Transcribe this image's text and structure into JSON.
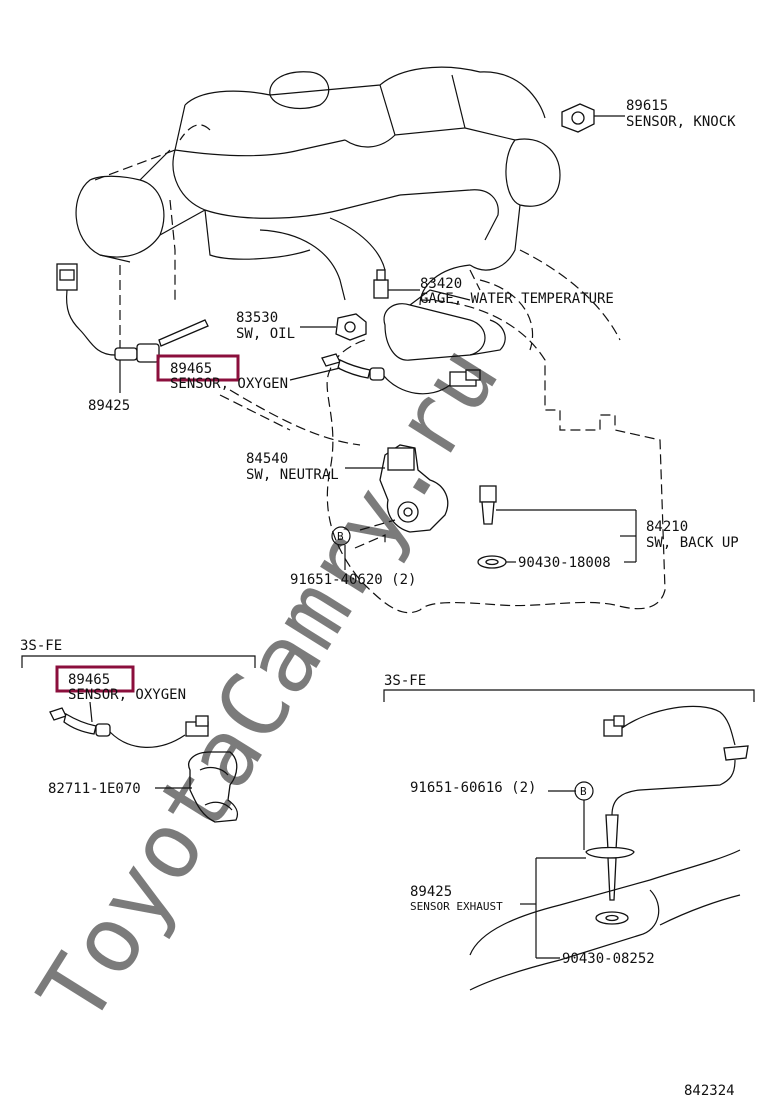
{
  "watermark": "ToyotaCamry.ru",
  "diagram_number": "842324",
  "highlight_color": "#8b0f3c",
  "parts": {
    "p89615": {
      "number": "89615",
      "name": "SENSOR, KNOCK"
    },
    "p83420": {
      "number": "83420",
      "name": "GAGE, WATER TEMPERATURE"
    },
    "p83530": {
      "number": "83530",
      "name": "SW, OIL"
    },
    "p89465_main": {
      "number": "89465",
      "name": "SENSOR, OXYGEN"
    },
    "p89425_main": {
      "number": "89425"
    },
    "p84540": {
      "number": "84540",
      "name": "SW, NEUTRAL"
    },
    "p84210": {
      "number": "84210",
      "name": "SW, BACK UP"
    },
    "p90430_18008": {
      "number": "90430-18008"
    },
    "p91651_40620": {
      "number": "91651-40620 (2)"
    },
    "p89465_3sfe": {
      "number": "89465",
      "name": "SENSOR, OXYGEN"
    },
    "p82711": {
      "number": "82711-1E070"
    },
    "p91651_60616": {
      "number": "91651-60616 (2)"
    },
    "p89425_3sfe": {
      "number": "89425",
      "name": "SENSOR EXHAUST"
    },
    "p90430_08252": {
      "number": "90430-08252"
    }
  },
  "sections": {
    "left": {
      "title": "3S-FE"
    },
    "right": {
      "title": "3S-FE"
    }
  },
  "markers": {
    "b1": "B",
    "b2": "B"
  }
}
